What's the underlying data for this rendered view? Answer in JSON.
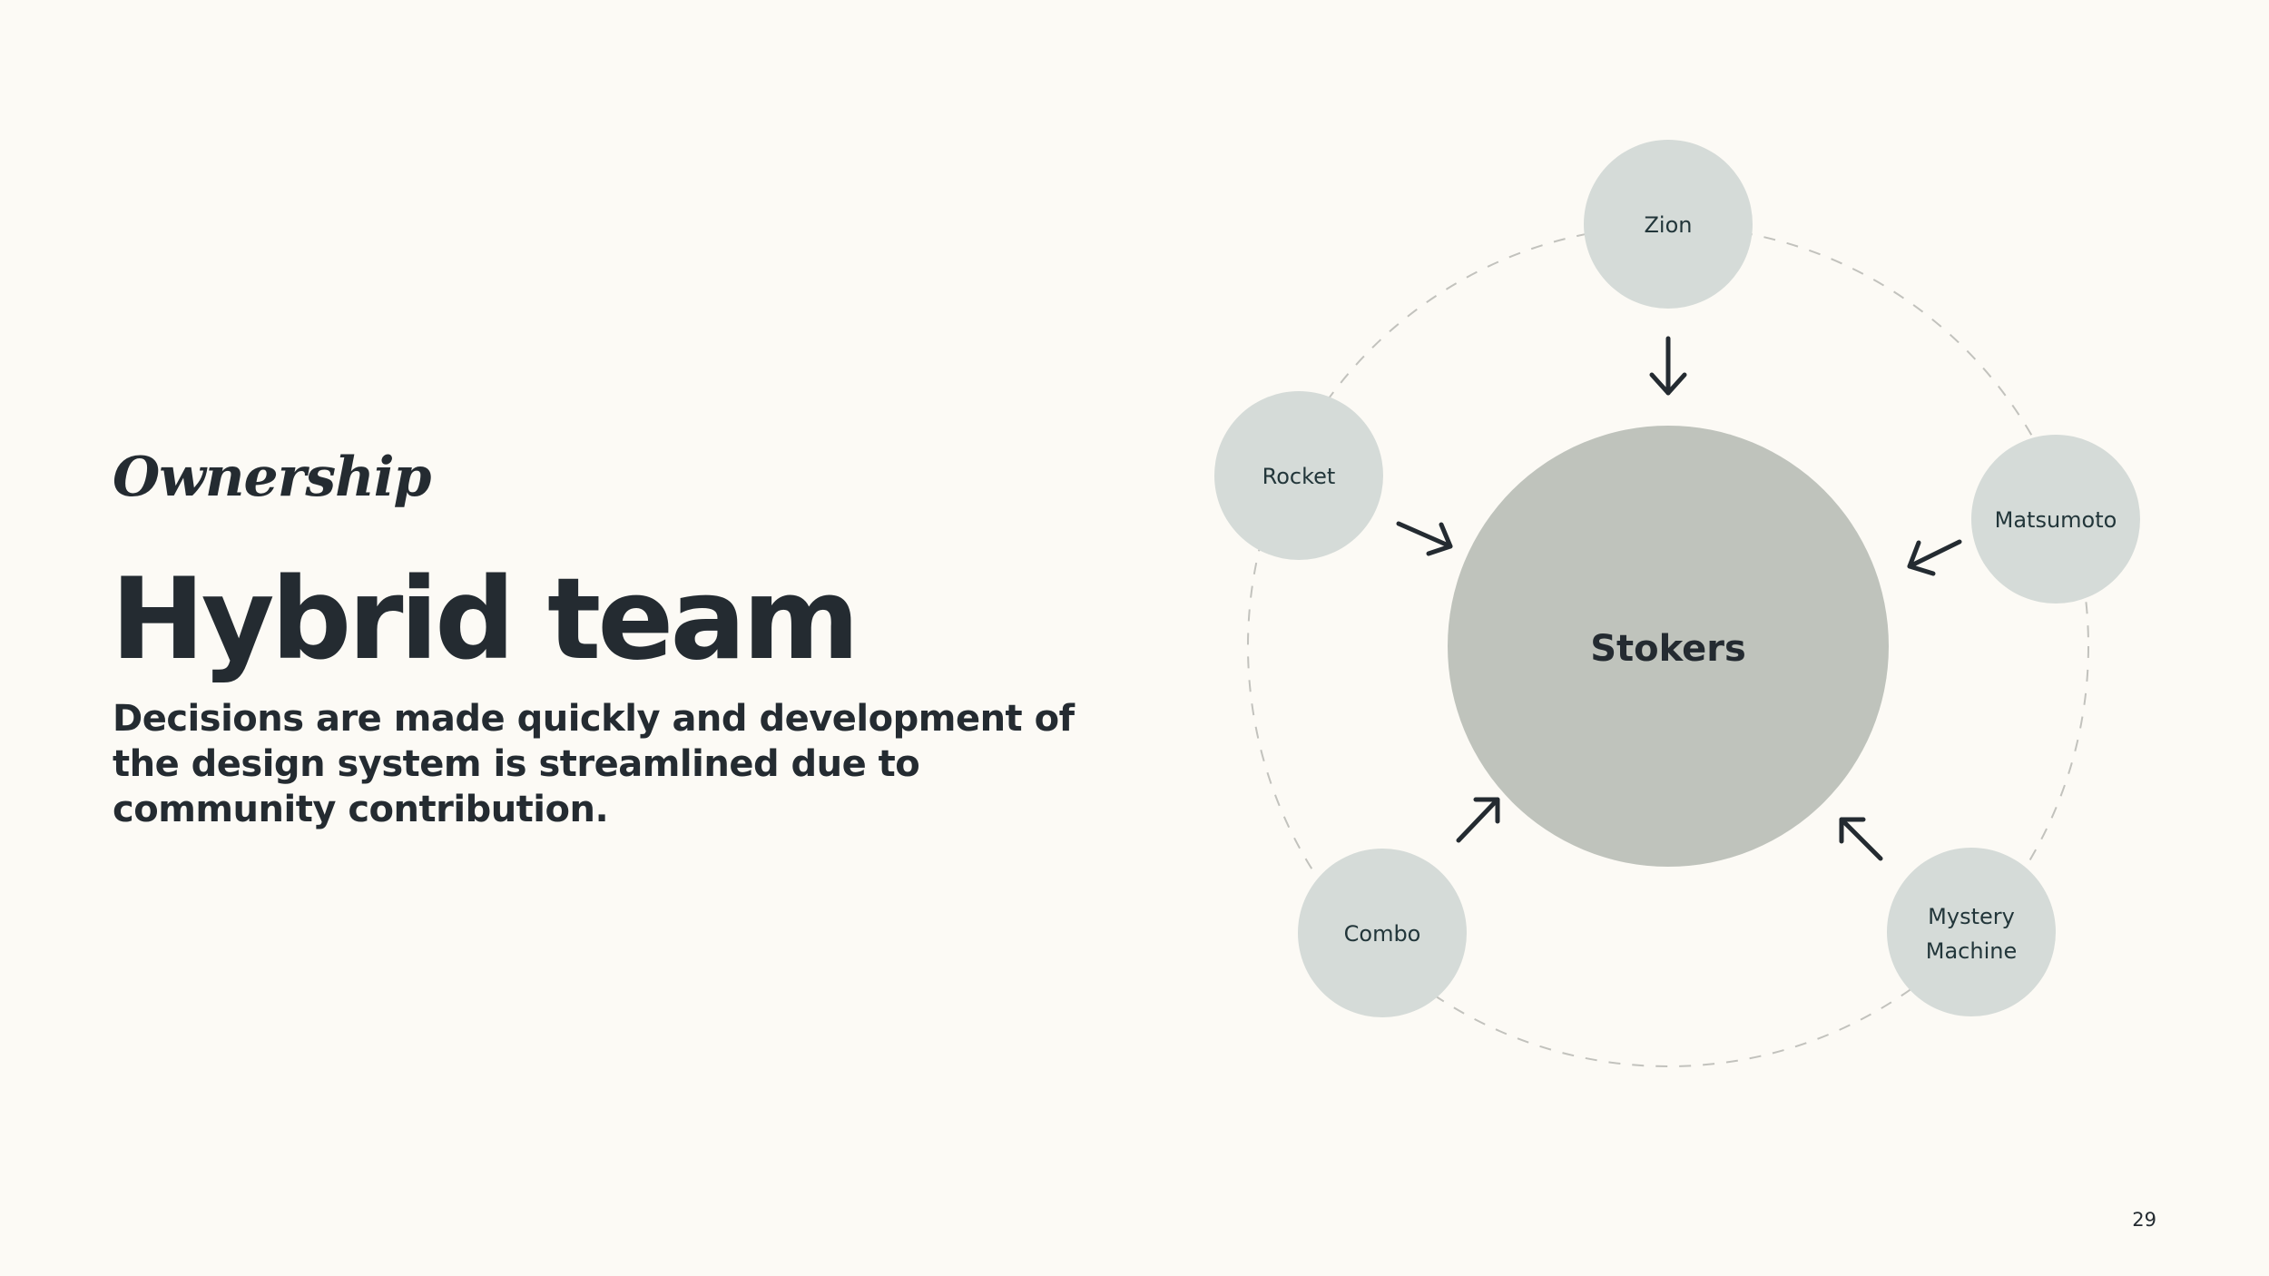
{
  "slide": {
    "eyebrow": "Ownership",
    "title": "Hybrid team",
    "description": "Decisions are made quickly and development of the design system is streamlined due to community contribution.",
    "page_number": "29"
  },
  "diagram": {
    "hub": {
      "label": "Stokers"
    },
    "nodes": [
      {
        "id": "zion",
        "lines": [
          "Zion"
        ]
      },
      {
        "id": "matsumoto",
        "lines": [
          "Matsumoto"
        ]
      },
      {
        "id": "mystery-machine",
        "lines": [
          "Mystery",
          "Machine"
        ]
      },
      {
        "id": "combo",
        "lines": [
          "Combo"
        ]
      },
      {
        "id": "rocket",
        "lines": [
          "Rocket"
        ]
      }
    ],
    "colors": {
      "background": "#fcfaf5",
      "hub_fill": "#bfc3bc",
      "node_fill": "#d5dbd8",
      "ring_stroke": "#c2c2bd",
      "arrow_stroke": "#242b31",
      "text": "#242b31"
    }
  }
}
